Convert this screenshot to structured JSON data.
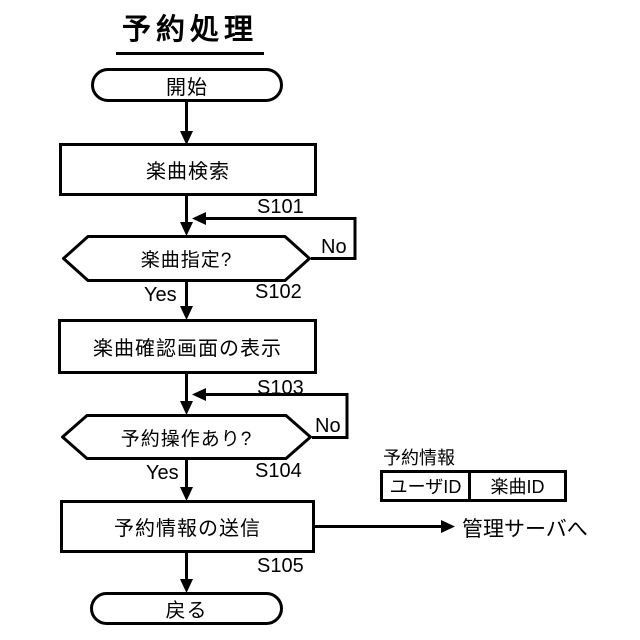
{
  "title": "予約処理",
  "nodes": {
    "start": "開始",
    "search": "楽曲検索",
    "decision1": "楽曲指定?",
    "confirm": "楽曲確認画面の表示",
    "decision2": "予約操作あり?",
    "send": "予約情報の送信",
    "end": "戻る"
  },
  "steps": {
    "s101": "S101",
    "s102": "S102",
    "s103": "S103",
    "s104": "S104",
    "s105": "S105"
  },
  "branches": {
    "yes1": "Yes",
    "no1": "No",
    "yes2": "Yes",
    "no2": "No"
  },
  "side": {
    "table_title": "予約情報",
    "cells": [
      "ユーザID",
      "楽曲ID"
    ],
    "server": "管理サーバへ"
  },
  "colors": {
    "ink": "#000000",
    "background": "#ffffff"
  }
}
